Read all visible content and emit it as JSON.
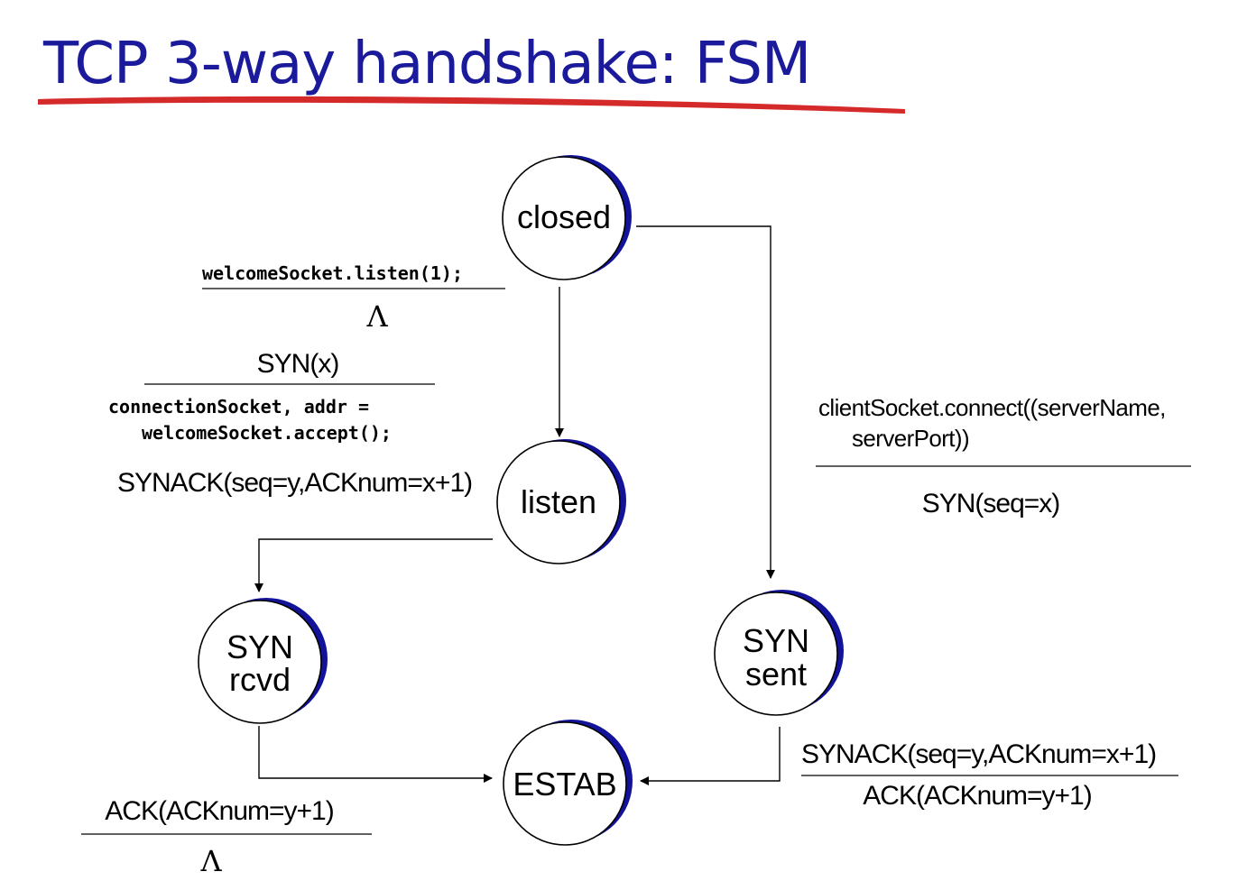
{
  "title": "TCP 3-way handshake: FSM",
  "colors": {
    "title": "#1a1a9a",
    "underline": "#d42a2a",
    "state_shadow": "#13139a",
    "ink": "#000000"
  },
  "states": {
    "closed": "closed",
    "listen": "listen",
    "syn_rcvd": [
      "SYN",
      "rcvd"
    ],
    "syn_sent": [
      "SYN",
      "sent"
    ],
    "estab": "ESTAB"
  },
  "transitions": {
    "closed_to_listen": {
      "event": "welcomeSocket.listen(1);",
      "action": "Λ"
    },
    "listen_to_syn_rcvd": {
      "event": "SYN(x)",
      "action_lines": [
        "connectionSocket, addr =",
        "welcomeSocket.accept();"
      ],
      "action_send": "SYNACK(seq=y,ACKnum=x+1)"
    },
    "closed_to_syn_sent": {
      "event_lines": [
        "clientSocket.connect((serverName,",
        "serverPort))"
      ],
      "action": "SYN(seq=x)"
    },
    "syn_sent_to_estab": {
      "event": "SYNACK(seq=y,ACKnum=x+1)",
      "action": "ACK(ACKnum=y+1)"
    },
    "syn_rcvd_to_estab": {
      "event": "ACK(ACKnum=y+1)",
      "action": "Λ"
    }
  }
}
